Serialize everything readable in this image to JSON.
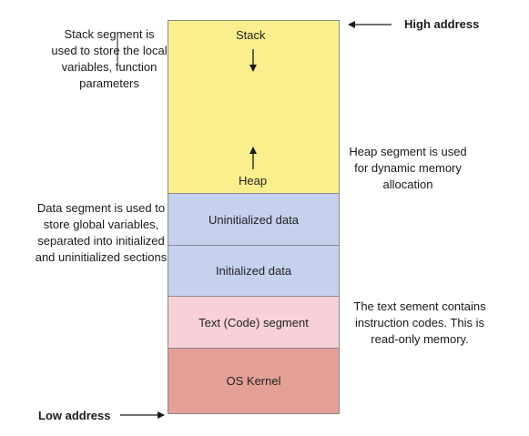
{
  "segments": {
    "stack_label": "Stack",
    "heap_label": "Heap",
    "uninitialized": "Uninitialized data",
    "initialized": "Initialized data",
    "text": "Text (Code) segment",
    "kernel": "OS Kernel"
  },
  "colors": {
    "stack_heap": "#faef8c",
    "data": "#c6d1ee",
    "text": "#f8d0d8",
    "kernel": "#e49f96"
  },
  "notes": {
    "stack": "Stack segment is used to store the local variables, function parameters",
    "heap": "Heap segment is used for dynamic memory allocation",
    "data": "Data segment is used to store global variables, separated into initialized and uninitialized sections",
    "text": "The text sement contains instruction codes. This is read-only  memory."
  },
  "addresses": {
    "high": "High address",
    "low": "Low address"
  }
}
